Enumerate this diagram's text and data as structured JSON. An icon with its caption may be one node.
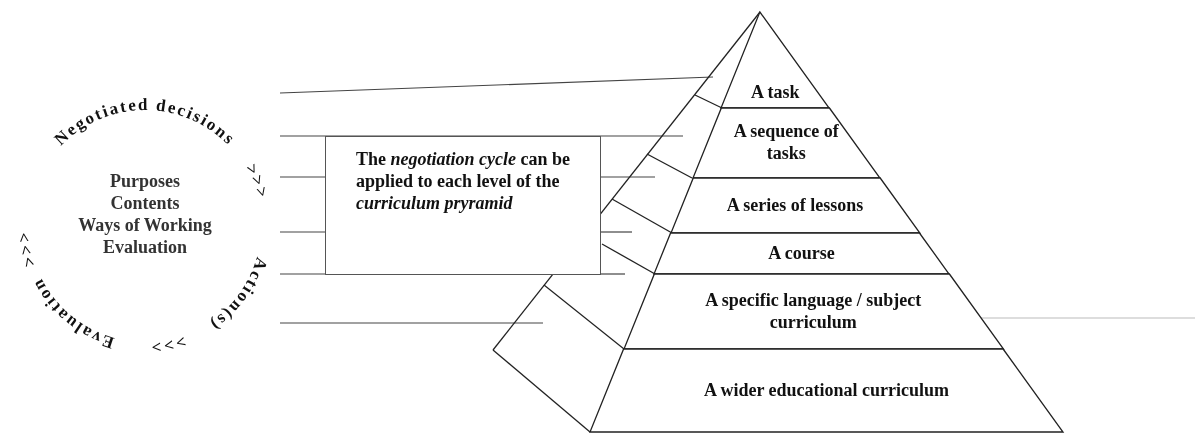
{
  "diagram": {
    "nodes": [
      {
        "text": [
          "Purposes",
          "Contents",
          "Ways of Working",
          "Evaluation"
        ]
      },
      {
        "text": [
          "The *negotiation cycle* can be applied to each level of the *curriculum pryramid*"
        ]
      },
      {
        "text": [
          "A task"
        ]
      },
      {
        "text": [
          "A sequence of tasks"
        ]
      },
      {
        "text": [
          "A series of lessons"
        ]
      },
      {
        "text": [
          "A course"
        ]
      },
      {
        "text": [
          "A specific language / subject curriculum"
        ]
      },
      {
        "text": [
          "A wider educational curriculum"
        ]
      }
    ],
    "labels": [
      "Negotiated decisions",
      ">>>",
      "Action(s)",
      ">>>",
      "Evaluation",
      ">>>"
    ]
  }
}
